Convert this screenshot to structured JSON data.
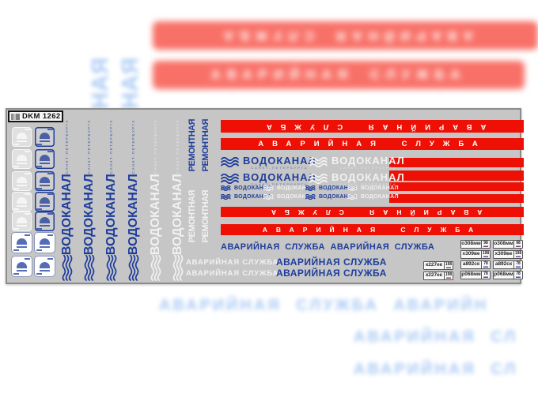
{
  "product": {
    "brand_label": "DKM 1262",
    "logo_text": "ВОДОКАНАЛ",
    "logo_subtext": "САНКТ-ПЕТЕРБУРГА",
    "stripe_text": "РЕМОНТНАЯ",
    "emergency_text": "АВАРИЙНАЯ СЛУЖБА",
    "emergency_text_double": "АВАРИЙНАЯ СЛУЖБА  АВАРИЙНАЯ СЛУЖБА"
  },
  "plates": {
    "small_left": {
      "text": "к227ек",
      "region": "198"
    },
    "right": [
      {
        "text": "о308мм",
        "region": "98"
      },
      {
        "text": "о308мм",
        "region": "98"
      },
      {
        "text": "х309ве",
        "region": "198"
      },
      {
        "text": "х309ве",
        "region": "198"
      },
      {
        "text": "а892ск",
        "region": "78"
      },
      {
        "text": "а892ск",
        "region": "78"
      },
      {
        "text": "р068мм",
        "region": "78"
      },
      {
        "text": "р068мм",
        "region": "78"
      }
    ]
  },
  "background": {
    "blur_bar_text": "АВАРИЙНАЯ СЛУЖБА",
    "blur_vertical_text": "РЕМОНТНАЯ",
    "blur_line1": "АВАРИЙНАЯ СЛУЖБА АВАРИЙН",
    "blur_line2": "АВАРИЙНАЯ СЛ",
    "blur_line3": "АВАРИЙНАЯ СЛ"
  },
  "colors": {
    "red": "#ee1005",
    "blue": "#1e3d9b",
    "sheet_gray": "#c6c6c6",
    "ghost_white": "#f1f1f1",
    "blur_blue": "#a9c9f4",
    "blur_red": "#f87168"
  }
}
